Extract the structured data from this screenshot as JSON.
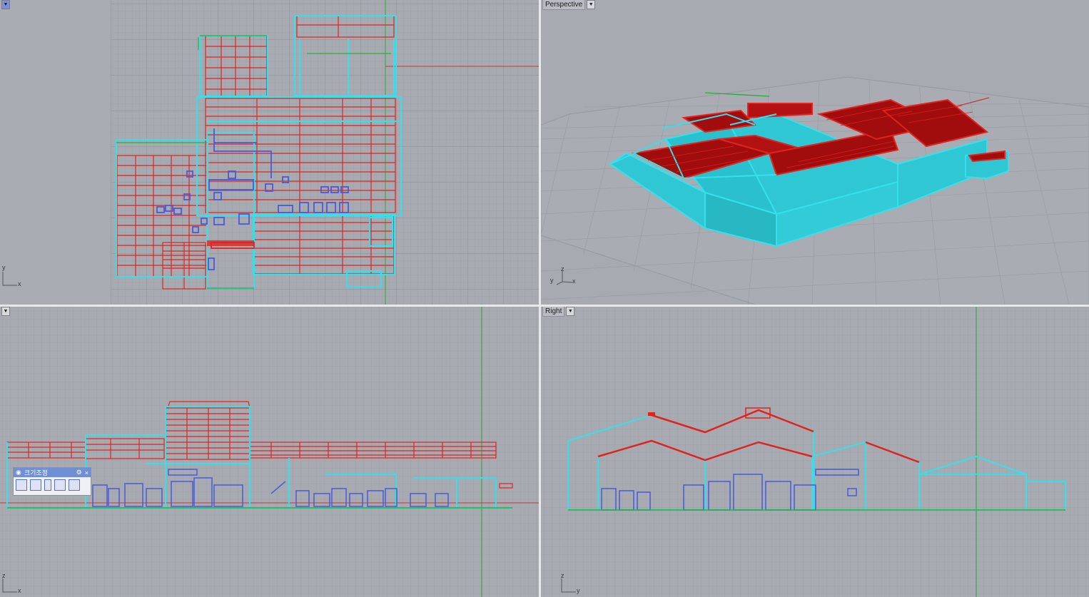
{
  "viewports": {
    "top": {
      "label": "",
      "axis_h": "x",
      "axis_v": "y"
    },
    "perspective": {
      "label": "Perspective",
      "axis_h": "x",
      "axis_v": "z",
      "axis_d": "y"
    },
    "front": {
      "label": "",
      "axis_h": "x",
      "axis_v": "z"
    },
    "right": {
      "label": "Right",
      "axis_h": "y",
      "axis_v": "z"
    }
  },
  "toolbar": {
    "title": "크기조정",
    "gear_icon": "gear-icon",
    "close_symbol": "×",
    "tools": [
      "scale-3d-icon",
      "scale-2d-icon",
      "scale-1d-icon",
      "nonuniform-scale-icon",
      "shear-icon"
    ]
  },
  "colors": {
    "viewport_bg": "#a7abb1",
    "grid": "#959aa1",
    "cyan": "#35e0ec",
    "red": "#e0231f",
    "blue": "#5a67e0",
    "green": "#23b33a"
  }
}
